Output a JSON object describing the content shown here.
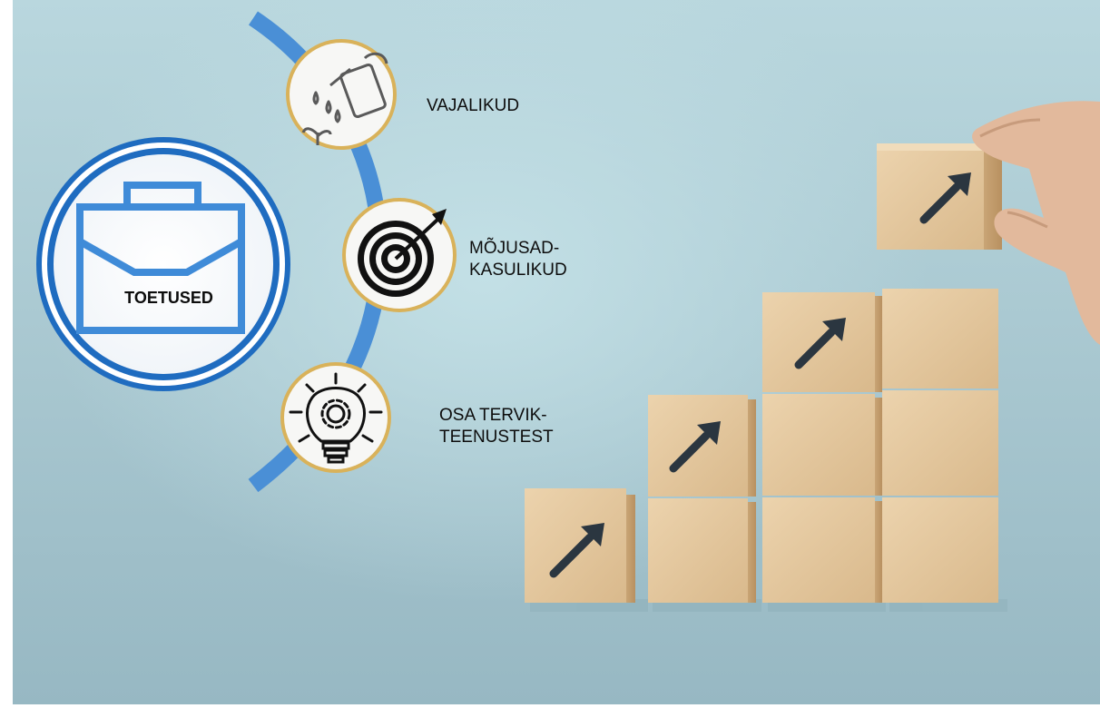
{
  "hub": {
    "label": "TOETUSED",
    "icon": "briefcase-icon"
  },
  "items": [
    {
      "label": "VAJALIKUD",
      "icon": "watering-can-plant-icon"
    },
    {
      "label": "MÕJUSAD-\nKASULIKUD",
      "icon": "target-icon"
    },
    {
      "label": "OSA TERVIK-\nTEENUSTEST",
      "icon": "lightbulb-gear-icon"
    }
  ],
  "colors": {
    "arc": "#4a8fd6",
    "hub_ring": "#1f6cc0",
    "hub_icon": "#3f8bd8",
    "item_ring": "#d9b25a",
    "background": "#b4d3da",
    "block": "#e4c9a1",
    "arrow": "#2b3640"
  },
  "photo": {
    "subject": "wooden blocks staircase with upward arrows",
    "icons": [
      "wooden-block",
      "up-right-arrow-icon",
      "hand"
    ]
  }
}
